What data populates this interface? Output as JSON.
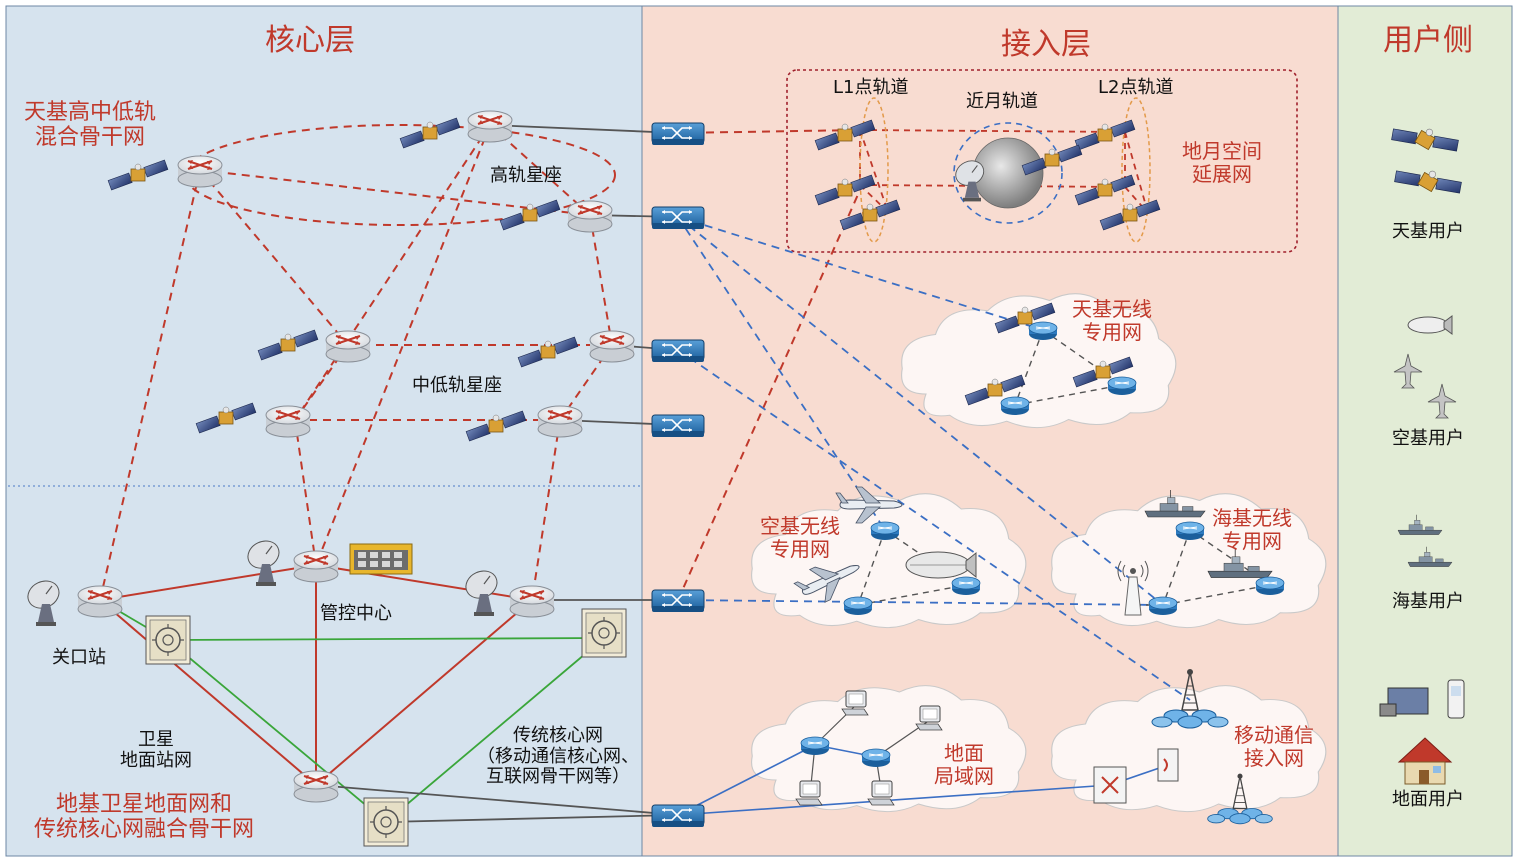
{
  "columns": {
    "core": "核心层",
    "access": "接入层",
    "user": "用户侧"
  },
  "core": {
    "space_backbone": [
      "天基高中低轨",
      "混合骨干网"
    ],
    "geo_constellation": "高轨星座",
    "meo_leo_constellation": "中低轨星座",
    "gateway": "关口站",
    "control_center": "管控中心",
    "satellite_ground_network": [
      "卫星",
      "地面站网"
    ],
    "traditional_core": [
      "传统核心网",
      "（移动通信核心网、",
      "互联网骨干网等）"
    ],
    "ground_backbone": [
      "地基卫星地面网和",
      "传统核心网融合骨干网"
    ]
  },
  "access": {
    "l1": "L1点轨道",
    "lunar": "近月轨道",
    "l2": "L2点轨道",
    "earth_moon": [
      "地月空间",
      "延展网"
    ],
    "space_wireless": [
      "天基无线",
      "专用网"
    ],
    "air_wireless": [
      "空基无线",
      "专用网"
    ],
    "sea_wireless": [
      "海基无线",
      "专用网"
    ],
    "ground_lan": [
      "地面",
      "局域网"
    ],
    "mobile_access": [
      "移动通信",
      "接入网"
    ]
  },
  "users": {
    "space": "天基用户",
    "air": "空基用户",
    "sea": "海基用户",
    "ground": "地面用户"
  },
  "colors": {
    "core_bg": "#d6e3ee",
    "access_bg": "#f8dcd1",
    "user_bg": "#e2ecd6",
    "title_red": "#c0392b",
    "backbone_red": "#c0392b",
    "access_blue": "#3b6fc4",
    "link_green": "#3aa63a",
    "link_gray": "#555555"
  }
}
